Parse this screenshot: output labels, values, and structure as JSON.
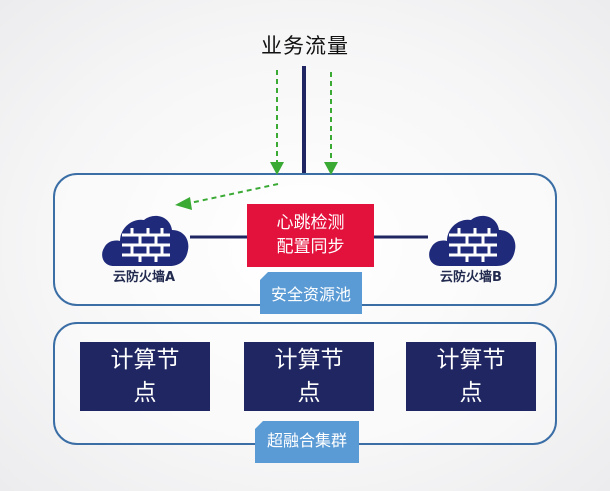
{
  "diagram": {
    "title": "业务流量",
    "resource_pool": {
      "label": "安全资源池",
      "heartbeat_box": {
        "line1": "心跳检测",
        "line2": "配置同步"
      },
      "firewalls": [
        {
          "label": "云防火墙A",
          "icon": "cloud-firewall-icon"
        },
        {
          "label": "云防火墙B",
          "icon": "cloud-firewall-icon"
        }
      ]
    },
    "cluster": {
      "label": "超融合集群",
      "nodes": [
        {
          "line1": "计算节",
          "line2": "点"
        },
        {
          "line1": "计算节",
          "line2": "点"
        },
        {
          "line1": "计算节",
          "line2": "点"
        }
      ]
    },
    "colors": {
      "navy": "#1f2661",
      "heartbeat_red": "#e3123c",
      "tag_blue": "#5b9bd5",
      "border_blue": "#3a6ea5",
      "arrow_green": "#3aaa35"
    }
  }
}
